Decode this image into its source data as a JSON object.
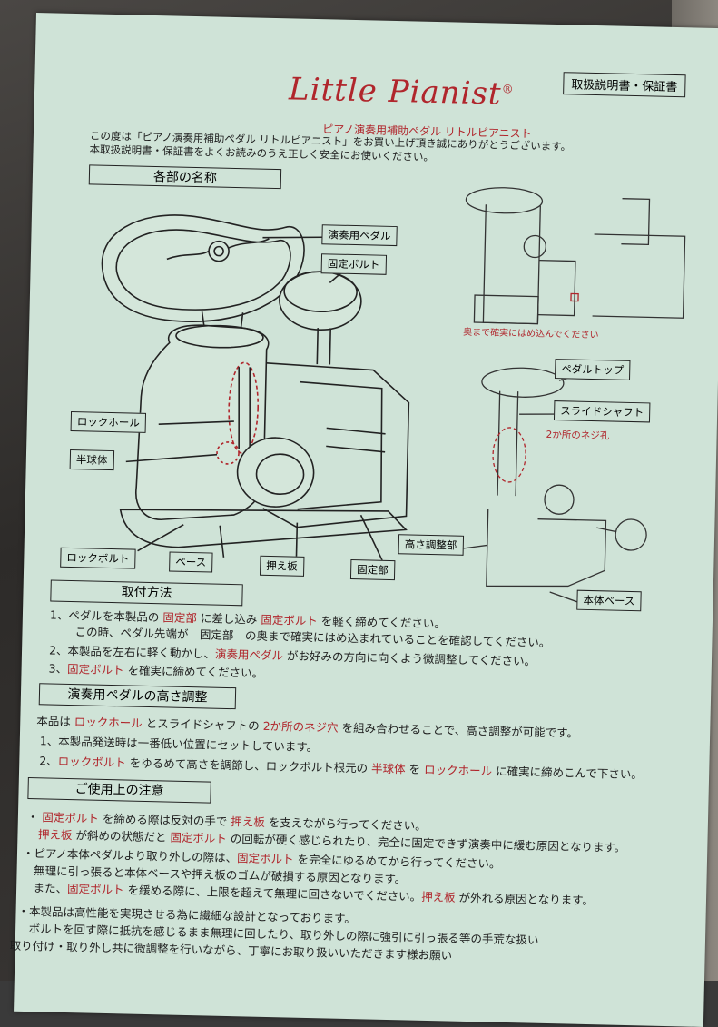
{
  "header": {
    "logo_text": "Little Pianist",
    "logo_mark": "®",
    "subtitle": "ピアノ演奏用補助ペダル リトルピアニスト",
    "doc_title": "取扱説明書・保証書",
    "intro_line1": "この度は「ピアノ演奏用補助ペダル リトルピアニスト」をお買い上げ頂き誠にありがとうございます。",
    "intro_line2": "本取扱説明書・保証書をよくお読みのうえ正しく安全にお使いください。"
  },
  "parts_section": {
    "title": "各部の名称",
    "labels": {
      "pedal": "演奏用ペダル",
      "fixing_bolt": "固定ボルト",
      "lock_hole": "ロックホール",
      "hemisphere": "半球体",
      "lock_bolt": "ロックボルト",
      "base": "ベース",
      "press_plate": "押え板",
      "fixing_part": "固定部"
    }
  },
  "right_diagram": {
    "insert_note": "奥まで確実にはめ込んでください",
    "pedal_top": "ペダルトップ",
    "slide_shaft": "スライドシャフト",
    "screw_holes": "2か所のネジ孔",
    "height_adjust": "高さ調整部",
    "body_base": "本体ベース"
  },
  "install": {
    "title": "取付方法",
    "steps": [
      {
        "no": "1、",
        "parts": [
          "ペダルを本製品の ",
          "固定部",
          " に差し込み ",
          "固定ボルト",
          " を軽く締めてください。"
        ]
      },
      {
        "no": "",
        "parts": [
          "この時、ペダル先端が　固定部　の奥まで確実にはめ込まれていることを確認してください。"
        ]
      },
      {
        "no": "2、",
        "parts": [
          "本製品を左右に軽く動かし、",
          "演奏用ペダル",
          " がお好みの方向に向くよう微調整してください。"
        ]
      },
      {
        "no": "3、",
        "parts": [
          "固定ボルト",
          " を確実に締めてください。"
        ]
      }
    ]
  },
  "height": {
    "title": "演奏用ペダルの高さ調整",
    "line0": [
      "本品は ",
      "ロックホール",
      " とスライドシャフトの ",
      "2か所のネジ穴",
      " を組み合わせることで、高さ調整が可能です。"
    ],
    "line1": "1、本製品発送時は一番低い位置にセットしています。",
    "line2": [
      "2、",
      "ロックボルト",
      " をゆるめて高さを調節し、ロックボルト根元の ",
      "半球体",
      " を ",
      "ロックホール",
      " に確実に締めこんで下さい。"
    ]
  },
  "cautions": {
    "title": "ご使用上の注意",
    "lines": [
      [
        "・ ",
        "固定ボルト",
        " を締める際は反対の手で ",
        "押え板",
        " を支えながら行ってください。"
      ],
      [
        "　",
        "押え板",
        " が斜めの状態だと ",
        "固定ボルト",
        " の回転が硬く感じられたり、完全に固定できず演奏中に緩む原因となります。"
      ],
      [
        "・ピアノ本体ペダルより取り外しの際は、",
        "固定ボルト",
        " を完全にゆるめてから行ってください。"
      ],
      [
        "　無理に引っ張ると本体ベースや押え板のゴムが破損する原因となります。"
      ],
      [
        "　また、",
        "固定ボルト",
        " を緩める際に、上限を超えて無理に回さないでください。",
        "押え板",
        " が外れる原因となります。"
      ],
      [
        "・本製品は高性能を実現させる為に繊細な設計となっております。"
      ],
      [
        "　ボルトを回す際に抵抗を感じるまま無理に回したり、取り外しの際に強引に引っ張る等の手荒な扱い"
      ],
      [
        "取り付け・取り外し共に微調整を行いながら、丁寧にお取り扱いいただきます様お願い"
      ]
    ]
  }
}
